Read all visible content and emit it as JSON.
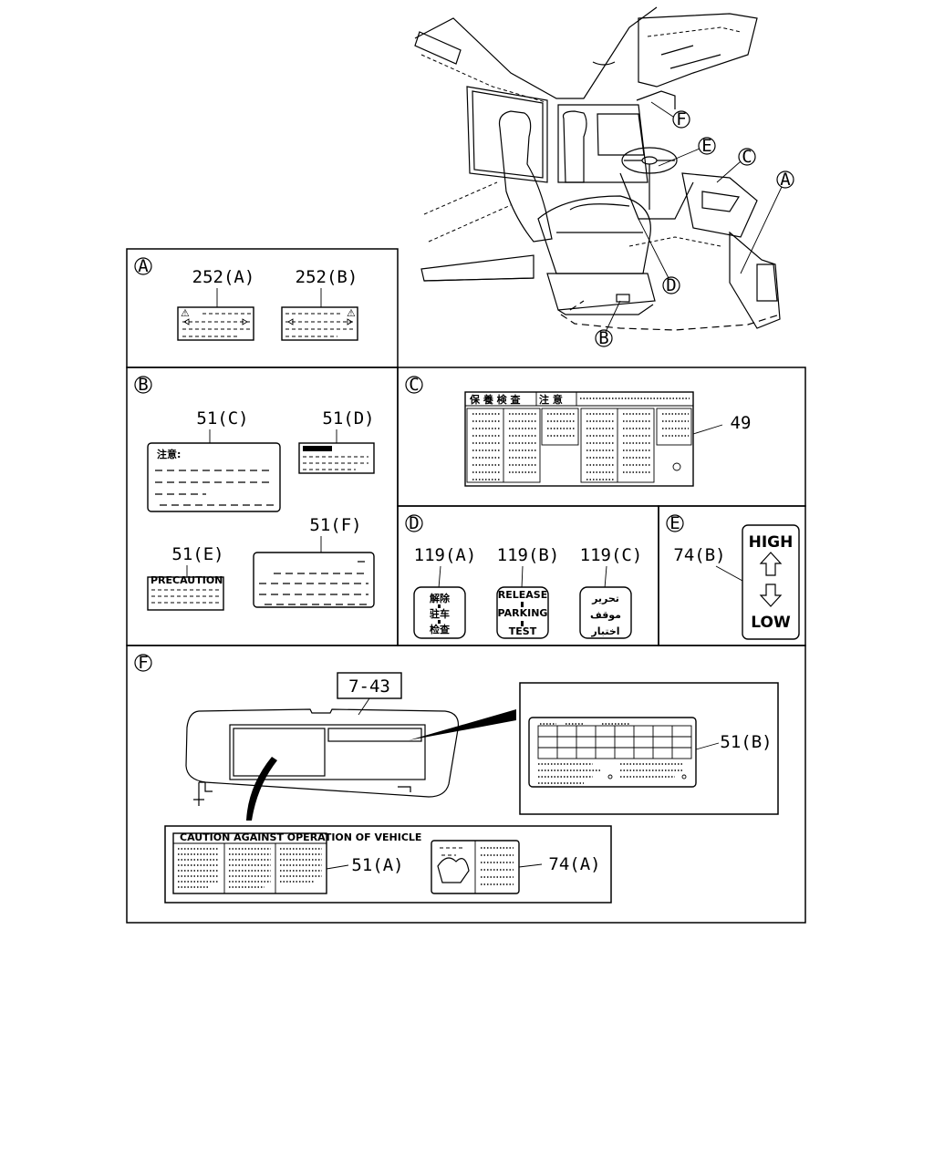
{
  "sections": {
    "A": "A",
    "B": "B",
    "C": "C",
    "D": "D",
    "E": "E",
    "F": "F"
  },
  "overview_callouts": [
    "F",
    "E",
    "C",
    "A",
    "D",
    "B"
  ],
  "section_a": {
    "label_a": "252(A)",
    "label_b": "252(B)"
  },
  "section_b": {
    "label_c": "51(C)",
    "label_d": "51(D)",
    "label_e": "51(E)",
    "label_f": "51(F)",
    "caution_text": "注意:",
    "small_header": "PRECAUTION"
  },
  "section_c": {
    "part": "49",
    "header_left": "保 養 検 査",
    "header_right": "注 意"
  },
  "section_d": {
    "label_a": "119(A)",
    "label_b": "119(B)",
    "label_c": "119(C)",
    "knob_a": [
      "解除",
      "驻车",
      "检查"
    ],
    "knob_b": [
      "RELEASE",
      "PARKING",
      "TEST"
    ],
    "knob_c": [
      "تحرير",
      "موقف",
      "اختبار"
    ]
  },
  "section_e": {
    "label": "74(B)",
    "high": "HIGH",
    "low": "LOW"
  },
  "section_f": {
    "ref": "7-43",
    "label_51a": "51(A)",
    "label_74a": "74(A)",
    "label_51b": "51(B)",
    "sticker_header": "CAUTION AGAINST OPERATION OF VEHICLE"
  }
}
